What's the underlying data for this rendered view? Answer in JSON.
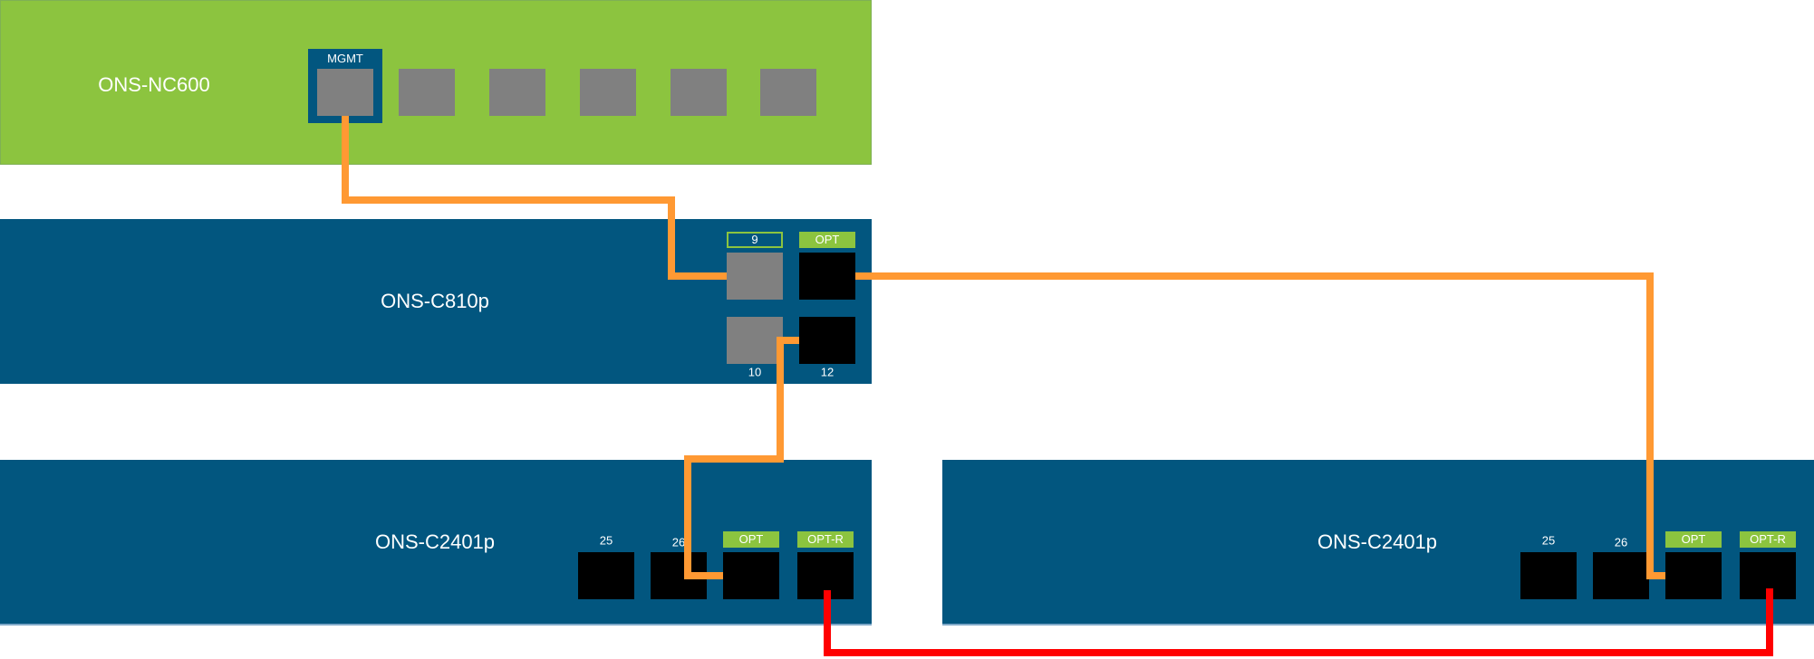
{
  "colors": {
    "controller_panel": "#8cc43f",
    "device_panel": "#02567f",
    "port_inactive": "#808080",
    "port_optical": "#000000",
    "tag_fill": "#8cc43f",
    "link_primary": "#ff9933",
    "link_redundant": "#ff0000"
  },
  "devices": {
    "controller": {
      "name": "ONS-NC600",
      "mgmt_label": "MGMT",
      "port_count": 6
    },
    "switch_c810p": {
      "name": "ONS-C810p",
      "ports": {
        "p9": {
          "label": "9"
        },
        "opt": {
          "label": "OPT"
        },
        "p10": {
          "label": "10"
        },
        "p12": {
          "label": "12"
        }
      }
    },
    "switch_c2401p_left": {
      "name": "ONS-C2401p",
      "ports": {
        "p25": {
          "label": "25"
        },
        "p26": {
          "label": "26"
        },
        "opt": {
          "label": "OPT"
        },
        "optr": {
          "label": "OPT-R"
        }
      }
    },
    "switch_c2401p_right": {
      "name": "ONS-C2401p",
      "ports": {
        "p25": {
          "label": "25"
        },
        "p26": {
          "label": "26"
        },
        "opt": {
          "label": "OPT"
        },
        "optr": {
          "label": "OPT-R"
        }
      }
    }
  },
  "links": [
    {
      "from": "ONS-NC600 MGMT",
      "to": "ONS-C810p 9",
      "type": "primary"
    },
    {
      "from": "ONS-C810p OPT",
      "to": "ONS-C2401p (right) OPT",
      "type": "primary"
    },
    {
      "from": "ONS-C810p 12",
      "to": "ONS-C2401p (left) OPT",
      "type": "primary"
    },
    {
      "from": "ONS-C2401p (left) OPT-R",
      "to": "ONS-C2401p (right) OPT-R",
      "type": "redundant"
    }
  ]
}
